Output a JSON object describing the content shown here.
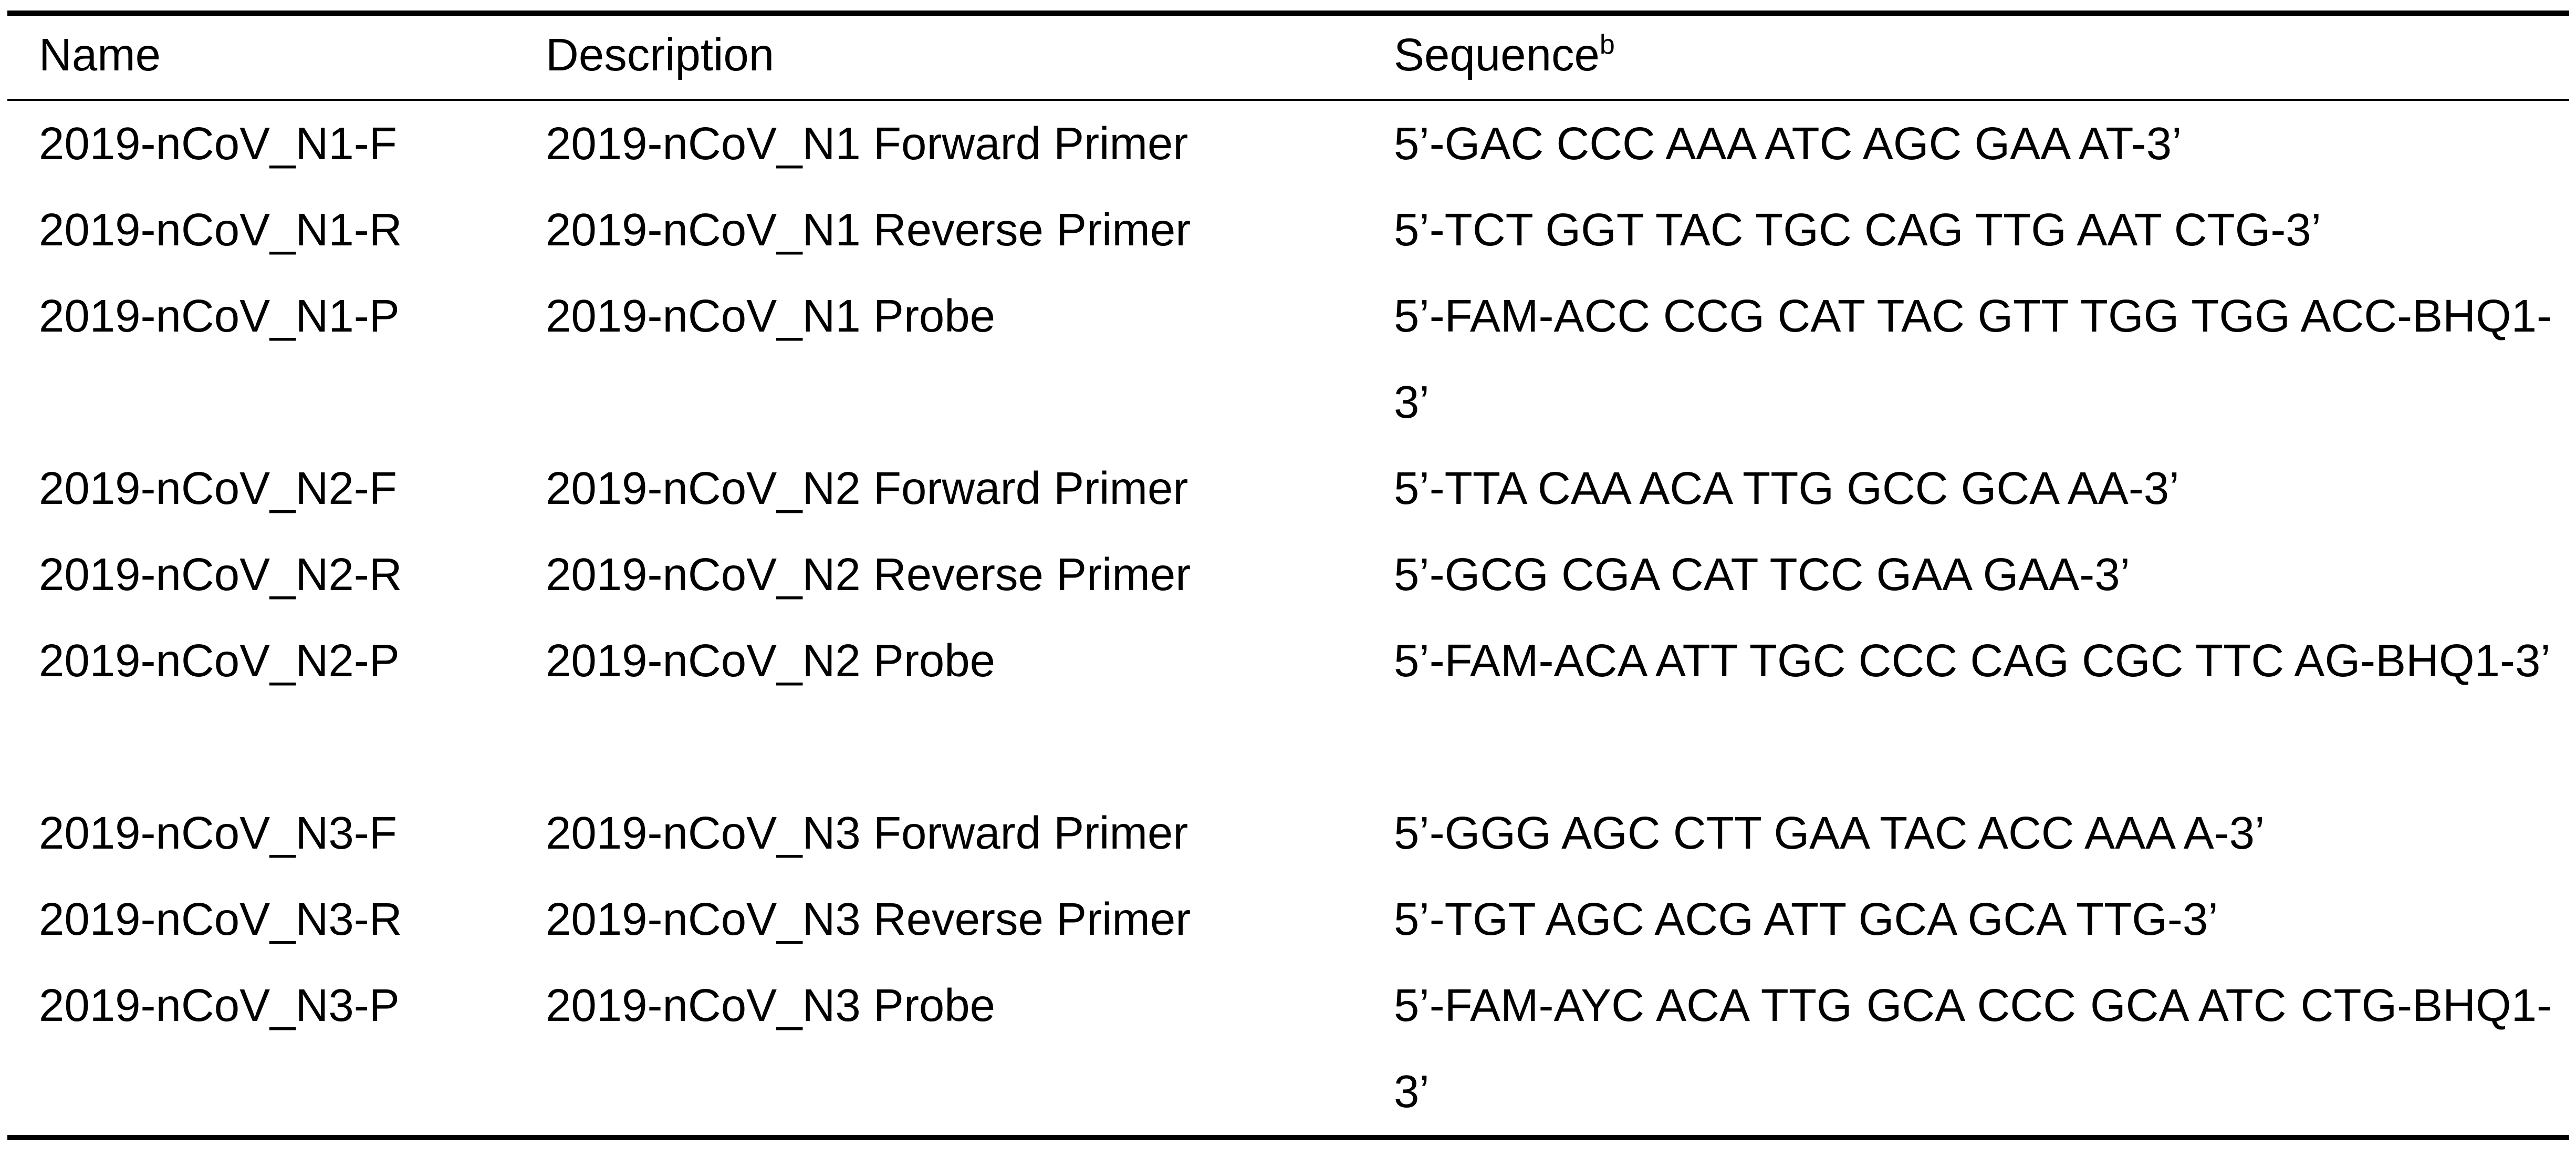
{
  "table": {
    "headers": {
      "name": "Name",
      "description": "Description",
      "sequence": "Sequence",
      "sequence_sup": "b"
    },
    "rows": [
      {
        "name": "2019-nCoV_N1-F",
        "description": "2019-nCoV_N1 Forward Primer",
        "sequence": "5’-GAC CCC AAA ATC AGC GAA AT-3’"
      },
      {
        "name": "2019-nCoV_N1-R",
        "description": "2019-nCoV_N1 Reverse Primer",
        "sequence": "5’-TCT GGT TAC TGC CAG TTG AAT CTG-3’"
      },
      {
        "name": "2019-nCoV_N1-P",
        "description": "2019-nCoV_N1 Probe",
        "sequence": "5’-FAM-ACC CCG CAT TAC GTT TGG TGG ACC-BHQ1-3’"
      },
      {
        "name": "2019-nCoV_N2-F",
        "description": "2019-nCoV_N2 Forward Primer",
        "sequence": "5’-TTA CAA ACA TTG GCC GCA AA-3’"
      },
      {
        "name": "2019-nCoV_N2-R",
        "description": "2019-nCoV_N2 Reverse Primer",
        "sequence": "5’-GCG CGA CAT TCC GAA GAA-3’"
      },
      {
        "name": "2019-nCoV_N2-P",
        "description": "2019-nCoV_N2 Probe",
        "sequence": "5’-FAM-ACA ATT TGC CCC CAG CGC TTC AG-BHQ1-3’"
      },
      {
        "name": "2019-nCoV_N3-F",
        "description": "2019-nCoV_N3 Forward Primer",
        "sequence": "5’-GGG AGC CTT GAA TAC ACC AAA A-3’"
      },
      {
        "name": "2019-nCoV_N3-R",
        "description": "2019-nCoV_N3 Reverse Primer",
        "sequence": "5’-TGT AGC ACG ATT GCA GCA TTG-3’"
      },
      {
        "name": "2019-nCoV_N3-P",
        "description": "2019-nCoV_N3 Probe",
        "sequence": "5’-FAM-AYC ACA TTG GCA CCC GCA ATC CTG-BHQ1-3’"
      }
    ]
  }
}
